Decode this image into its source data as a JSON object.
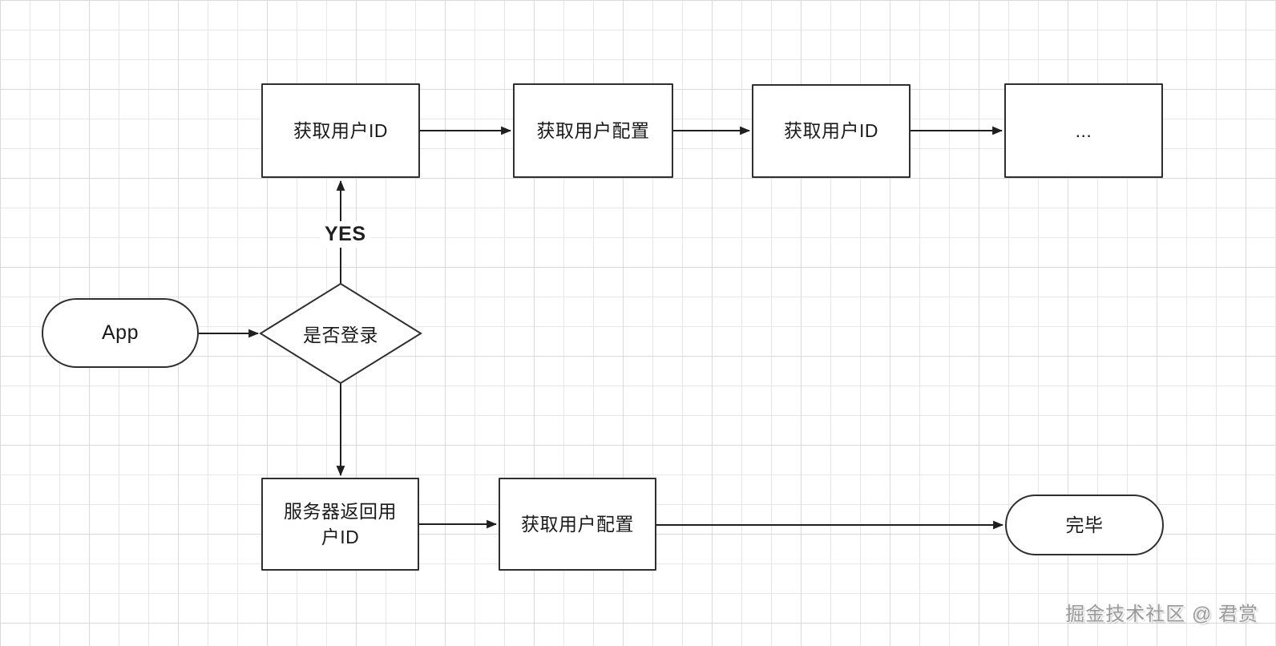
{
  "diagram_type": "flowchart",
  "colors": {
    "background": "#ffffff",
    "grid_minor": "#e7e7e7",
    "grid_major": "#d9d9d9",
    "shape_border": "#2f2f2f",
    "shape_fill": "#ffffff",
    "arrow": "#1f1f1f",
    "text": "#1a1a1a",
    "watermark_text": "#9a9a9a"
  },
  "nodes": {
    "app": "App",
    "is_logged_in": "是否登录",
    "get_user_id_top1": "获取用户ID",
    "get_user_config_top": "获取用户配置",
    "get_user_id_top2": "获取用户ID",
    "ellipsis": "...",
    "server_return_user_id": "服务器返回用户ID",
    "get_user_config_bottom": "获取用户配置",
    "done": "完毕"
  },
  "edge_labels": {
    "yes": "YES"
  },
  "edges": [
    {
      "from": "App",
      "to": "是否登录",
      "label": ""
    },
    {
      "from": "是否登录",
      "to": "获取用户ID",
      "label": "YES"
    },
    {
      "from": "获取用户ID",
      "to": "获取用户配置",
      "label": ""
    },
    {
      "from": "获取用户配置",
      "to": "获取用户ID",
      "label": ""
    },
    {
      "from": "获取用户ID",
      "to": "...",
      "label": ""
    },
    {
      "from": "是否登录",
      "to": "服务器返回用户ID",
      "label": ""
    },
    {
      "from": "服务器返回用户ID",
      "to": "获取用户配置",
      "label": ""
    },
    {
      "from": "获取用户配置",
      "to": "完毕",
      "label": ""
    }
  ],
  "watermark": "掘金技术社区 @ 君赏"
}
